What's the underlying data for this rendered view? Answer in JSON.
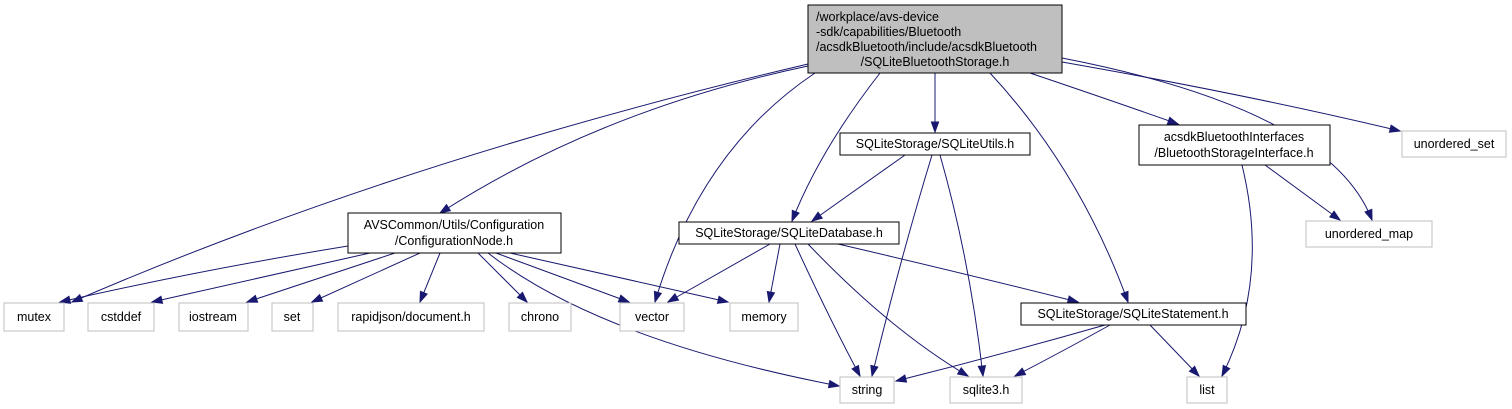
{
  "nodes": {
    "root": {
      "lines": [
        "/workplace/avs-device",
        "-sdk/capabilities/Bluetooth",
        "/acsdkBluetooth/include/acsdkBluetooth",
        "/SQLiteBluetoothStorage.h"
      ]
    },
    "config": {
      "lines": [
        "AVSCommon/Utils/Configuration",
        "/ConfigurationNode.h"
      ]
    },
    "utils": {
      "lines": [
        "SQLiteStorage/SQLiteUtils.h"
      ]
    },
    "database": {
      "lines": [
        "SQLiteStorage/SQLiteDatabase.h"
      ]
    },
    "statement": {
      "lines": [
        "SQLiteStorage/SQLiteStatement.h"
      ]
    },
    "btiface": {
      "lines": [
        "acsdkBluetoothInterfaces",
        "/BluetoothStorageInterface.h"
      ]
    },
    "mutex": {
      "lines": [
        "mutex"
      ]
    },
    "cstddef": {
      "lines": [
        "cstddef"
      ]
    },
    "iostream": {
      "lines": [
        "iostream"
      ]
    },
    "set": {
      "lines": [
        "set"
      ]
    },
    "rapidjson": {
      "lines": [
        "rapidjson/document.h"
      ]
    },
    "chrono": {
      "lines": [
        "chrono"
      ]
    },
    "vector": {
      "lines": [
        "vector"
      ]
    },
    "memory": {
      "lines": [
        "memory"
      ]
    },
    "string": {
      "lines": [
        "string"
      ]
    },
    "sqlite3": {
      "lines": [
        "sqlite3.h"
      ]
    },
    "list": {
      "lines": [
        "list"
      ]
    },
    "unordered_map": {
      "lines": [
        "unordered_map"
      ]
    },
    "unordered_set": {
      "lines": [
        "unordered_set"
      ]
    }
  },
  "colors": {
    "edge": "#191970",
    "main_fill": "#bfbfbf",
    "external_border": "#bfbfbf",
    "local_border": "#000000"
  },
  "edges": [
    [
      "root",
      "config"
    ],
    [
      "root",
      "mutex"
    ],
    [
      "root",
      "vector"
    ],
    [
      "root",
      "database"
    ],
    [
      "root",
      "utils"
    ],
    [
      "root",
      "statement"
    ],
    [
      "root",
      "btiface"
    ],
    [
      "root",
      "unordered_map"
    ],
    [
      "root",
      "unordered_set"
    ],
    [
      "config",
      "mutex"
    ],
    [
      "config",
      "cstddef"
    ],
    [
      "config",
      "iostream"
    ],
    [
      "config",
      "set"
    ],
    [
      "config",
      "rapidjson"
    ],
    [
      "config",
      "chrono"
    ],
    [
      "config",
      "vector"
    ],
    [
      "config",
      "memory"
    ],
    [
      "config",
      "string"
    ],
    [
      "utils",
      "database"
    ],
    [
      "utils",
      "string"
    ],
    [
      "utils",
      "sqlite3"
    ],
    [
      "database",
      "vector"
    ],
    [
      "database",
      "memory"
    ],
    [
      "database",
      "string"
    ],
    [
      "database",
      "sqlite3"
    ],
    [
      "database",
      "statement"
    ],
    [
      "statement",
      "string"
    ],
    [
      "statement",
      "sqlite3"
    ],
    [
      "statement",
      "list"
    ],
    [
      "btiface",
      "unordered_map"
    ],
    [
      "btiface",
      "list"
    ]
  ]
}
